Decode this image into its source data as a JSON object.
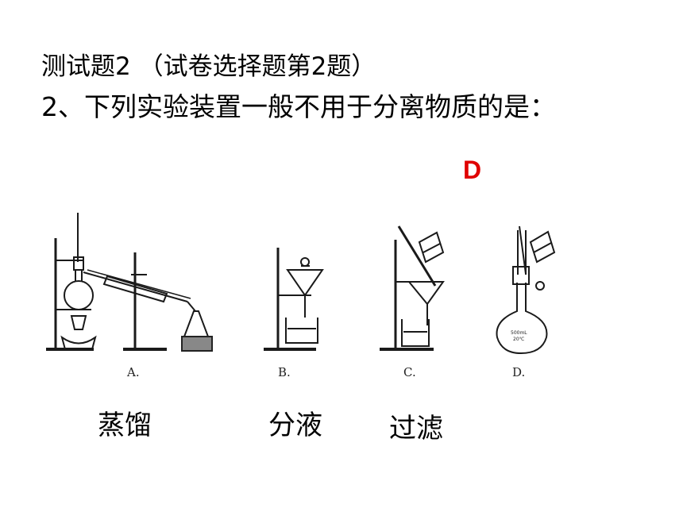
{
  "question": {
    "heading": "测试题2 （试卷选择题第2题）",
    "prompt": "2、下列实验装置一般不用于分离物质的是："
  },
  "answer": "D",
  "figure": {
    "captions": [
      "A.",
      "B.",
      "C.",
      "D."
    ],
    "flask_marking": [
      "500mL",
      "20℃"
    ]
  },
  "labels": [
    "蒸馏",
    "分液",
    "过滤"
  ]
}
